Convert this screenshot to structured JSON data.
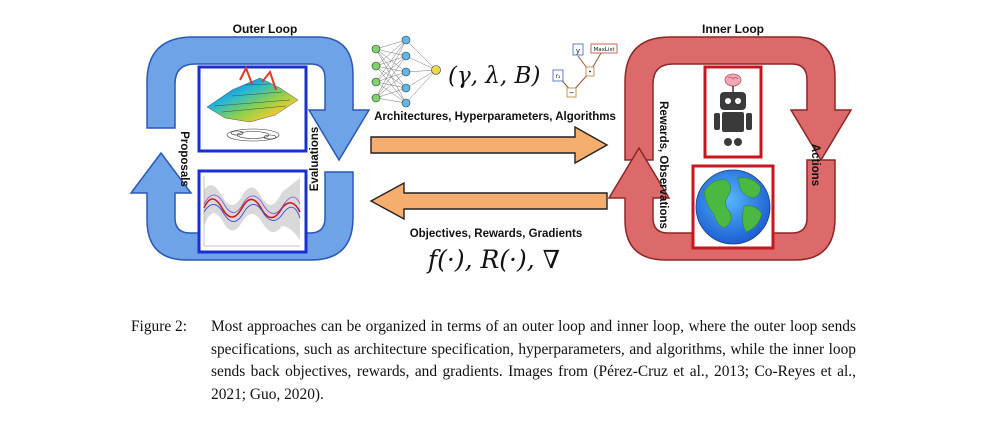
{
  "diagram": {
    "outer_loop_title": "Outer Loop",
    "inner_loop_title": "Inner Loop",
    "proposals_label": "Proposals",
    "evaluations_label": "Evaluations",
    "rewards_observations_label": "Rewards, Observations",
    "actions_label": "Actions",
    "arrow_top_label": "Architectures, Hyperparameters, Algorithms",
    "arrow_bottom_label": "Objectives, Rewards, Gradients",
    "top_math": "(γ, λ, B)",
    "bottom_math": "f(·), R(·), ∇",
    "tree_node_a": "y",
    "tree_node_b": "MaxList",
    "tree_node_c": "r₁",
    "colors": {
      "outer_arrow": "#6ea3e8",
      "inner_arrow": "#dd6a6a",
      "horizontal_arrow": "#f5ae6e",
      "frame_blue": "#1a2ed6",
      "frame_red": "#c8161e"
    }
  },
  "caption": {
    "label": "Figure 2:",
    "text": "Most approaches can be organized in terms of an outer loop and inner loop, where the outer loop sends specifications, such as architecture specification, hyperparameters, and algorithms, while the inner loop sends back objectives, rewards, and gradients. Images from (Pérez-Cruz et al., 2013; Co-Reyes et al., 2021; Guo, 2020)."
  }
}
